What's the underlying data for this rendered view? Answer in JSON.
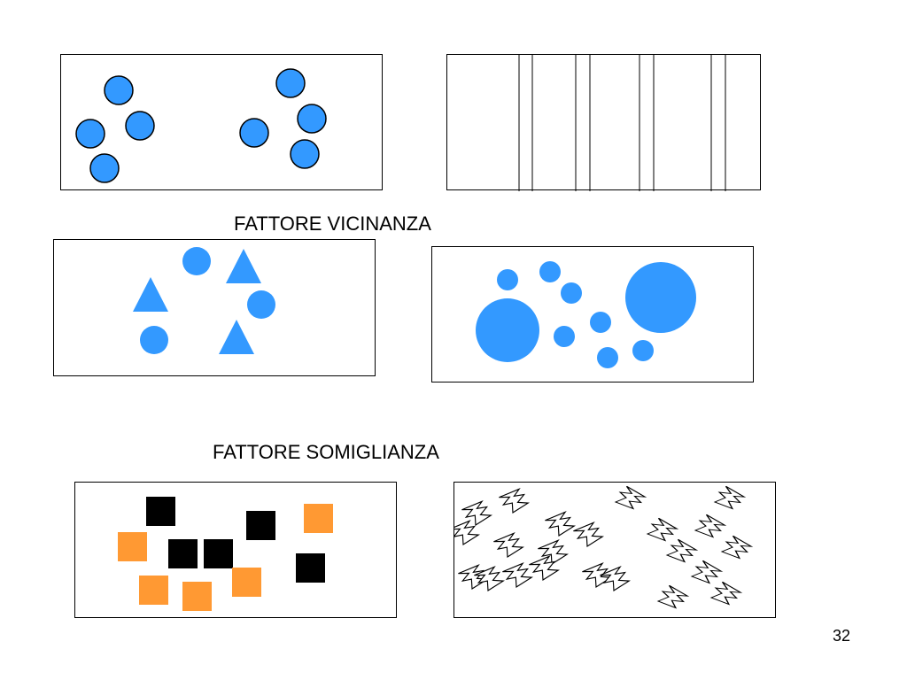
{
  "captions": {
    "proximity": "FATTORE VICINANZA",
    "similarity": "FATTORE SOMIGLIANZA"
  },
  "page_number": "32",
  "colors": {
    "blue": "#3399ff",
    "orange": "#ff9933",
    "black": "#000000",
    "outline": "#000000"
  }
}
